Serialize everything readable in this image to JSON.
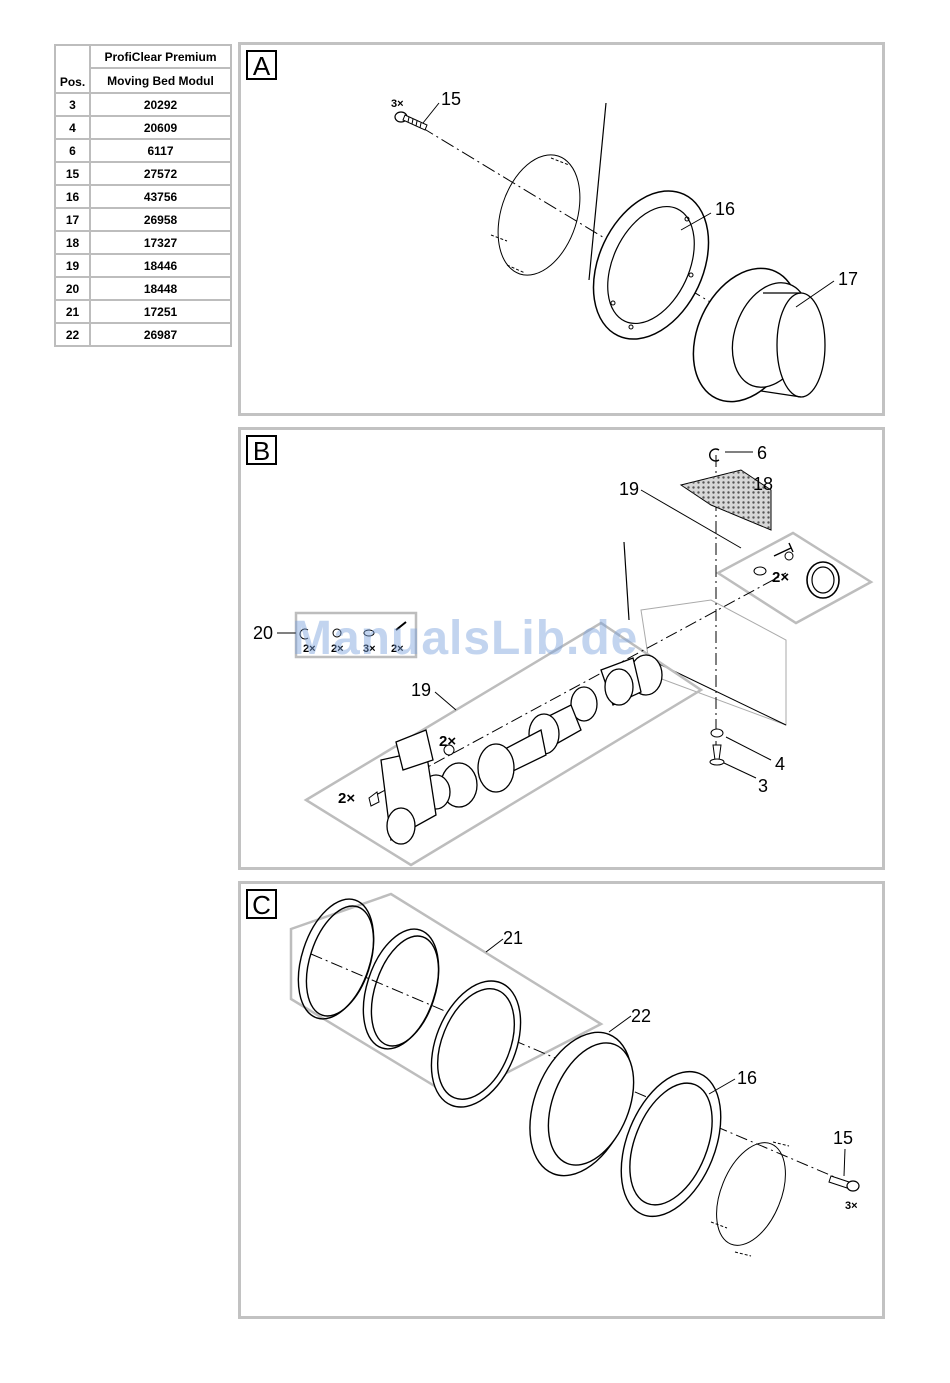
{
  "parts_table": {
    "header_pos": "Pos.",
    "header_product_line1": "ProfiClear Premium",
    "header_product_line2": "Moving Bed Modul",
    "rows": [
      {
        "pos": "3",
        "number": "20292"
      },
      {
        "pos": "4",
        "number": "20609"
      },
      {
        "pos": "6",
        "number": "6117"
      },
      {
        "pos": "15",
        "number": "27572"
      },
      {
        "pos": "16",
        "number": "43756"
      },
      {
        "pos": "17",
        "number": "26958"
      },
      {
        "pos": "18",
        "number": "17327"
      },
      {
        "pos": "19",
        "number": "18446"
      },
      {
        "pos": "20",
        "number": "18448"
      },
      {
        "pos": "21",
        "number": "17251"
      },
      {
        "pos": "22",
        "number": "26987"
      }
    ]
  },
  "panel_a": {
    "letter": "A",
    "callouts": {
      "c15": "15",
      "c16": "16",
      "c17": "17"
    },
    "qty_15": "3×"
  },
  "panel_b": {
    "letter": "B",
    "callouts": {
      "c6": "6",
      "c18": "18",
      "c19_top": "19",
      "c19_main": "19",
      "c20": "20",
      "c4": "4",
      "c3": "3"
    },
    "qty_screw_top": "2×",
    "qty_clip_top": "2×",
    "qty_clip_bottom": "2×",
    "kit_20_qtys": [
      "2×",
      "2×",
      "3×",
      "2×"
    ]
  },
  "panel_c": {
    "letter": "C",
    "callouts": {
      "c21": "21",
      "c22": "22",
      "c16": "16",
      "c15": "15"
    },
    "qty_15": "3×"
  },
  "watermark": "ManualsLib.de",
  "colors": {
    "panel_border": "#c2c2c2",
    "table_border": "#bdbdbd",
    "watermark": "#78a0dc"
  }
}
